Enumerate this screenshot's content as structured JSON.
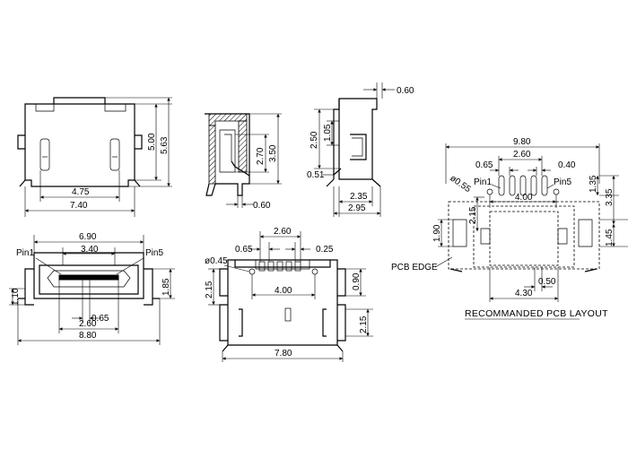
{
  "views": {
    "top": {
      "d_width_outer": "7.40",
      "d_width_inner": "4.75",
      "d_height_a": "5.00",
      "d_height_b": "5.63"
    },
    "side": {
      "d_2_70": "2.70",
      "d_3_50": "3.50",
      "d_0_60": "0.60"
    },
    "end": {
      "d_0_60": "0.60",
      "d_2_50": "2.50",
      "d_1_05": "1.05",
      "d_0_51": "0.51",
      "d_2_35": "2.35",
      "d_2_95": "2.95"
    },
    "front": {
      "d_6_90": "6.90",
      "d_3_40": "3.40",
      "pin1": "Pin1",
      "pin5": "Pin5",
      "d_1_10": "1.10",
      "d_1_85": "1.85",
      "d_0_65": "0.65",
      "d_2_60": "2.60",
      "d_8_80": "8.80"
    },
    "bottom": {
      "d_2_60": "2.60",
      "d_0_65": "0.65",
      "d_0_25": "0.25",
      "d_phi045": "ø0.45",
      "d_4_00": "4.00",
      "d_2_15_l": "2.15",
      "d_0_90": "0.90",
      "d_2_15_r": "2.15",
      "d_7_80": "7.80"
    },
    "pcb": {
      "d_9_80": "9.80",
      "d_2_60": "2.60",
      "d_0_65": "0.65",
      "d_0_40": "0.40",
      "d_phi055": "ø0.55",
      "pin1": "Pin1",
      "pin5": "Pin5",
      "d_1_35": "1.35",
      "d_3_35": "3.35",
      "d_2_15": "2.15",
      "d_4_00": "4.00",
      "d_1_90": "1.90",
      "d_1_45": "1.45",
      "d_0_50": "0.50",
      "d_4_30": "4.30",
      "pcb_edge": "PCB EDGE",
      "title": "RECOMMANDED PCB LAYOUT"
    }
  }
}
